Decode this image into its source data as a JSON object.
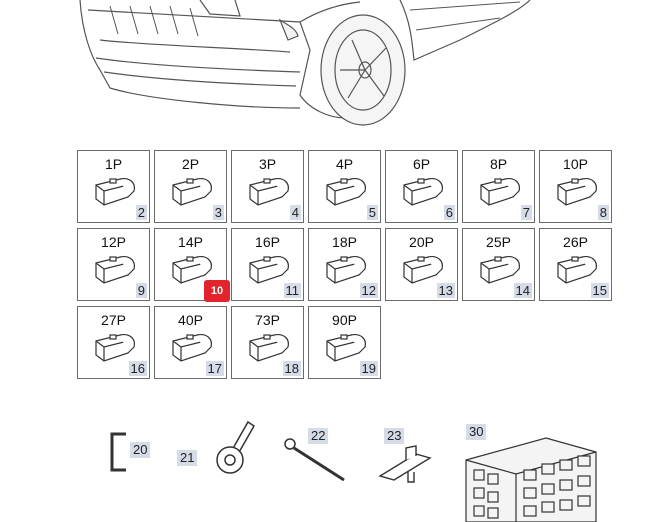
{
  "connectors": [
    {
      "label": "1P",
      "num": "2"
    },
    {
      "label": "2P",
      "num": "3"
    },
    {
      "label": "3P",
      "num": "4"
    },
    {
      "label": "4P",
      "num": "5"
    },
    {
      "label": "6P",
      "num": "6"
    },
    {
      "label": "8P",
      "num": "7"
    },
    {
      "label": "10P",
      "num": "8"
    },
    {
      "label": "12P",
      "num": "9"
    },
    {
      "label": "14P",
      "num": ""
    },
    {
      "label": "16P",
      "num": "11"
    },
    {
      "label": "18P",
      "num": "12"
    },
    {
      "label": "20P",
      "num": "13"
    },
    {
      "label": "25P",
      "num": "14"
    },
    {
      "label": "26P",
      "num": "15"
    },
    {
      "label": "27P",
      "num": "16"
    },
    {
      "label": "40P",
      "num": "17"
    },
    {
      "label": "73P",
      "num": "18"
    },
    {
      "label": "90P",
      "num": "19"
    }
  ],
  "highlight": {
    "num": "10",
    "color": "#e4242c"
  },
  "parts": [
    {
      "num": "20",
      "icon": "bracket-clip-icon"
    },
    {
      "num": "21",
      "icon": "ring-terminal-icon"
    },
    {
      "num": "22",
      "icon": "wire-pin-icon"
    },
    {
      "num": "23",
      "icon": "mounting-clip-icon"
    },
    {
      "num": "30",
      "icon": "fuse-box-icon"
    }
  ],
  "colors": {
    "label_bg": "#d6dbe8",
    "line": "#555555"
  }
}
